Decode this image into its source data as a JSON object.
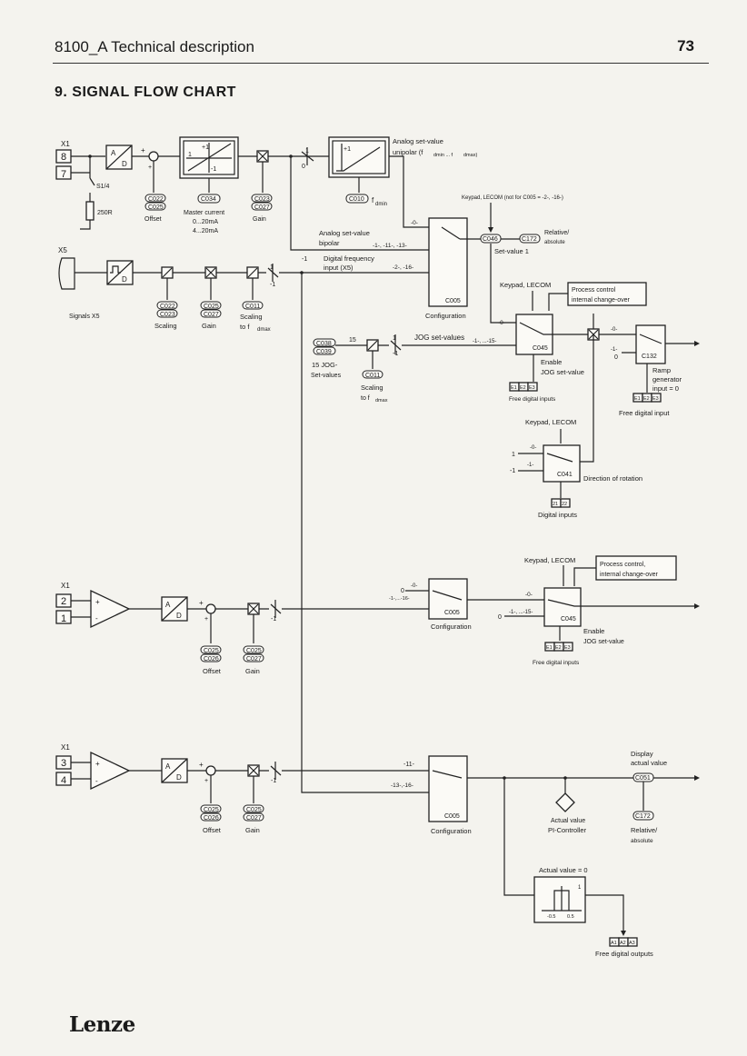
{
  "header": {
    "title": "8100_A Technical description",
    "page_number": "73"
  },
  "section_title": "9.  SIGNAL FLOW CHART",
  "footer": {
    "brand": "Lenze"
  },
  "diagram": {
    "input1": {
      "terminal_block": "X1",
      "terminals": [
        "8",
        "7"
      ],
      "switch": "S1/4",
      "resistor": "250R",
      "offset_codes": [
        "C022",
        "C025"
      ],
      "offset_label": "Offset",
      "master_code": "C034",
      "master_label": "Master current",
      "master_range1": "0...20mA",
      "master_range2": "4...20mA",
      "gain_codes": [
        "C023",
        "C027"
      ],
      "gain_label": "Gain",
      "sw_0": "0",
      "sw_1": "1",
      "t_plus1": "+1",
      "t_minus1": "-1"
    },
    "analog_unipolar": {
      "label1": "Analog set-value",
      "label2": "unipolar (f",
      "label_range": "dmin ... f",
      "label_dmax": "dmax)",
      "fdmin_code": "C010",
      "fdmin_label": "f",
      "fdmin_sub": "dmin"
    },
    "keypad_lecom_top": "Keypad, LECOM (not for C005 = -2-, -16-)",
    "analog_bipolar": {
      "label1": "Analog set-value",
      "label2": "bipolar",
      "codes": "-1-, -11-, -13-",
      "minus1": "-1"
    },
    "digital_freq": {
      "label1": "Digital frequency",
      "label2": "input (X5)",
      "codes": "-2-, -16-"
    },
    "config_top": {
      "code": "C005",
      "label": "Configuration",
      "sel0": "-0-",
      "c046": "C046",
      "setvalue": "Set-value 1",
      "c172": "C172",
      "rel1": "Relative/",
      "rel2": "absolute"
    },
    "x5": {
      "label": "X5",
      "signals_label": "Signals X5",
      "scaling_codes": [
        "C022",
        "C023"
      ],
      "scaling_label": "Scaling",
      "gain_codes": [
        "C025",
        "C027"
      ],
      "gain_label": "Gain",
      "c011": "C011",
      "scaling2_label": "Scaling",
      "to_fdmax": "to f",
      "to_fdmax_sub": "dmax",
      "minus1": "-1"
    },
    "jog": {
      "codes": [
        "C038",
        "C039"
      ],
      "label1": "15 JOG-",
      "label2": "Set-values",
      "n15": "15",
      "n1": "1",
      "nm1": "-1",
      "c011": "C011",
      "scaling": "Scaling",
      "to_fdmax": "to f",
      "to_fdmax_sub": "dmax",
      "jog_label": "JOG set-values",
      "jog_codes": "-1-, ...-15-"
    },
    "pc_top": {
      "keypad": "Keypad, LECOM",
      "pc1": "Process control",
      "pc2": "internal change-over",
      "sel0": "-0-",
      "c045": "C045",
      "enable1": "Enable",
      "enable2": "JOG set-value",
      "inputs": [
        "E1",
        "E2",
        "E3"
      ],
      "free_inputs": "Free digital inputs"
    },
    "ramp": {
      "sel0": "-0-",
      "sel1": "-1-",
      "zero": "0",
      "c132": "C132",
      "ramp1": "Ramp",
      "ramp2": "generator",
      "ramp3": "input = 0",
      "inputs": [
        "E1",
        "E2",
        "E3"
      ],
      "free_input": "Free digital input"
    },
    "rotation": {
      "keypad": "Keypad, LECOM",
      "sel0": "-0-",
      "sel1": "-1-",
      "one": "1",
      "minus1": "-1",
      "c041": "C041",
      "label": "Direction of rotation",
      "inputs": [
        "21",
        "22"
      ],
      "digital_inputs": "Digital inputs"
    },
    "input2": {
      "terminal_block": "X1",
      "terminals": [
        "2",
        "1"
      ],
      "offset_codes": [
        "C025",
        "C026"
      ],
      "offset_label": "Offset",
      "gain_codes": [
        "C025",
        "C027"
      ],
      "gain_label": "Gain",
      "minus1": "-1",
      "plus": "+",
      "minus": "-"
    },
    "config_mid": {
      "zero": "0",
      "sel0": "-0-",
      "sel1": "-1-,...-16-",
      "code": "C005",
      "label": "Configuration"
    },
    "pc_mid": {
      "keypad": "Keypad, LECOM",
      "pc1": "Process control,",
      "pc2": "internal change-over",
      "sel0": "-0-",
      "sel1": "-1-, ...-15-",
      "zero": "0",
      "c045": "C045",
      "enable1": "Enable",
      "enable2": "JOG set-value",
      "inputs": [
        "E1",
        "E2",
        "E3"
      ],
      "free_inputs": "Free digital inputs"
    },
    "input3": {
      "terminal_block": "X1",
      "terminals": [
        "3",
        "4"
      ],
      "offset_codes": [
        "C025",
        "C026"
      ],
      "offset_label": "Offset",
      "gain_codes": [
        "C025",
        "C027"
      ],
      "gain_label": "Gain",
      "minus1": "-1"
    },
    "config_bot": {
      "sel11": "-11-",
      "sel13": "-13-,-16-",
      "code": "C005",
      "label": "Configuration"
    },
    "actual": {
      "display1": "Display",
      "display2": "actual value",
      "c051": "C051",
      "c172": "C172",
      "rel1": "Relative/",
      "rel2": "absolute",
      "pi1": "Actual value",
      "pi2": "PI-Controller"
    },
    "actual_zero": {
      "label": "Actual value = 0",
      "one": "1",
      "m05": "-0.5",
      "p05": "0.5",
      "outputs": [
        "A1",
        "A2",
        "A3"
      ],
      "free_outputs": "Free digital outputs"
    }
  }
}
